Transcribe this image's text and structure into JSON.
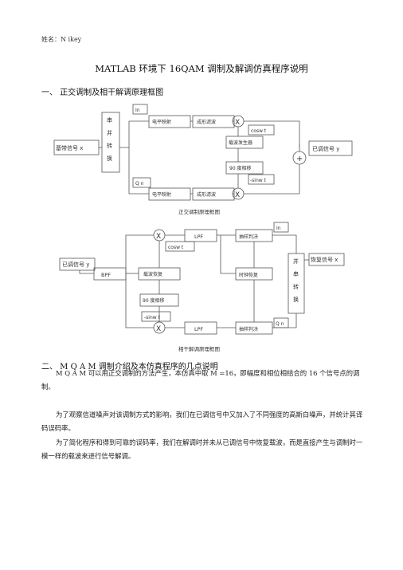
{
  "author": "姓名：N ikey",
  "title": "MATLAB   环境下    16QAM  调制及解调仿真程序说明",
  "section1_heading": "一、    正交调制及相干解调原理框图",
  "diagram1": {
    "in_signal": "基带信号  x",
    "sp": [
      "串",
      "并",
      "转",
      "换"
    ],
    "in_label": "In",
    "qn_label": "Q n",
    "level_map_top": "电平映射",
    "level_map_bottom": "电平映射",
    "shaping_top": "成形滤波",
    "shaping_bottom": "成形滤波",
    "cos": "cosw t",
    "carrier_gen": "载波发生器",
    "phase90": "90 度相移",
    "sin": "-sinw t",
    "out_signal": "已调信号  y",
    "multiply": "X",
    "adder": "+",
    "caption": "正交调制原理框图"
  },
  "diagram2": {
    "in_signal": "已调信号  y",
    "bpf": "BPF",
    "carrier_recovery": "载波恢复",
    "phase90": "90 度相移",
    "cos": "cosw t",
    "sin": "-sinw t",
    "lpf_top": "LPF",
    "lpf_bottom": "LPF",
    "sampler_top": "抽样判决",
    "sampler_bottom": "抽样判决",
    "clock_recovery": "时钟恢复",
    "in_label": "In",
    "qn_label": "Q n",
    "ps": [
      "并",
      "串",
      "转",
      "换"
    ],
    "out_signal": "恢复信号  x",
    "multiply": "X",
    "caption": "相干解调原理框图"
  },
  "section2_heading": "二、    M Q A M  调制介绍及本仿真程序的几点说明",
  "paragraphs": [
    "M Q A M  可以用正交调制的方法产生，本仿真中取  M =16，即幅度和相位相结合的 16 个信号点的调制。",
    "为了观察信道噪声对该调制方式的影响，我们在已调信号中又加入了不同强度的高斯白噪声，并统计其译码误码率。",
    "为了简化程序和得到可靠的误码率，我们在解调时并未从已调信号中恢复载波，而是直接产生与调制时一模一样的载波来进行信号解调。"
  ]
}
